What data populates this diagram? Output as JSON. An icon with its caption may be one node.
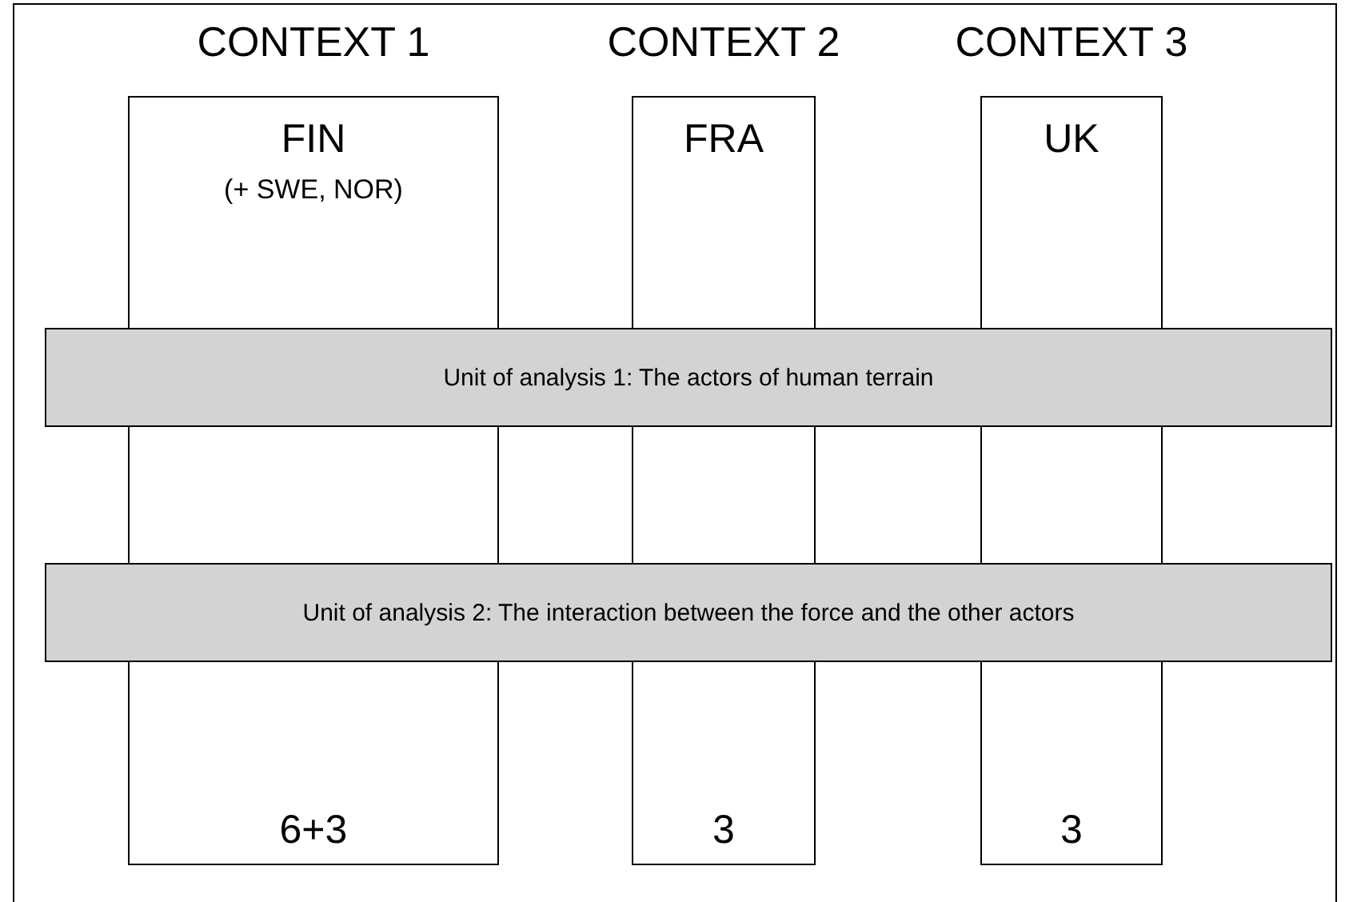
{
  "diagram": {
    "nodes": [
      {
        "text": [
          "CONTEXT 1",
          "FIN",
          "(+ SWE, NOR)",
          "6+3"
        ]
      },
      {
        "text": [
          "CONTEXT 2",
          "FRA",
          "3"
        ]
      },
      {
        "text": [
          "CONTEXT 3",
          "UK",
          "3"
        ]
      },
      {
        "text": [
          "Unit of analysis 1: The actors of human terrain"
        ]
      },
      {
        "text": [
          "Unit of analysis 2: The interaction between the force and the other actors"
        ]
      }
    ]
  }
}
